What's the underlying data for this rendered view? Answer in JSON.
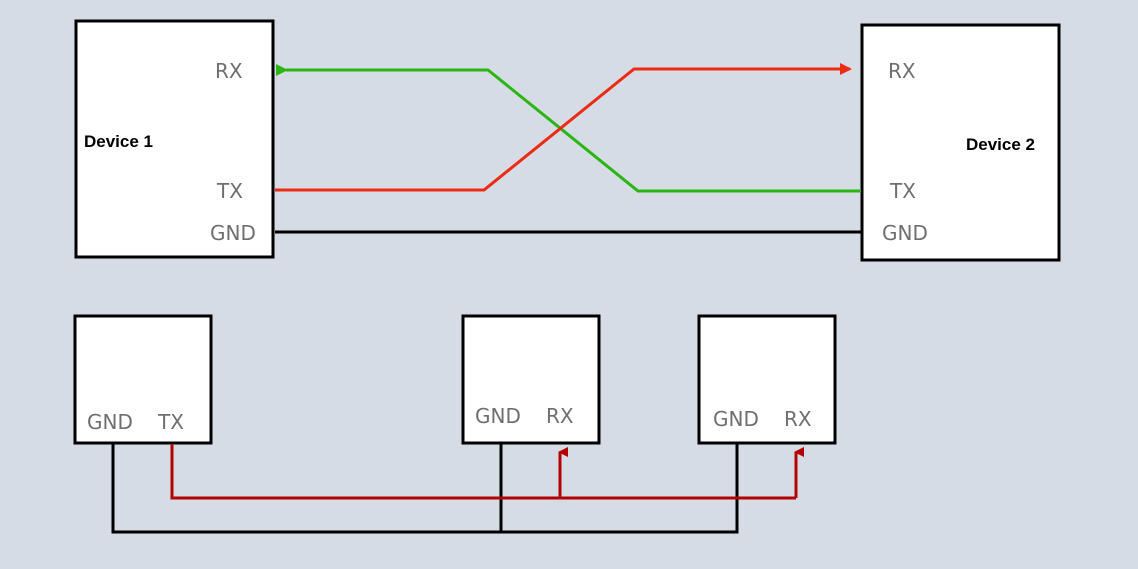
{
  "top_diagram": {
    "device1": {
      "title": "Device 1",
      "pins": {
        "rx": "RX",
        "tx": "TX",
        "gnd": "GND"
      }
    },
    "device2": {
      "title": "Device 2",
      "pins": {
        "rx": "RX",
        "tx": "TX",
        "gnd": "GND"
      }
    }
  },
  "bottom_diagram": {
    "sender": {
      "pins": {
        "gnd": "GND",
        "tx": "TX"
      }
    },
    "receiver1": {
      "pins": {
        "gnd": "GND",
        "rx": "RX"
      }
    },
    "receiver2": {
      "pins": {
        "gnd": "GND",
        "rx": "RX"
      }
    }
  },
  "colors": {
    "background": "#d5dce6",
    "box_fill": "#ffffff",
    "box_stroke": "#000000",
    "tx_wire_top": "#ee2a12",
    "rx_wire_top": "#2bb510",
    "ground_wire": "#000000",
    "signal_wire_bottom": "#b50000",
    "pin_label": "#6f6f6f"
  }
}
